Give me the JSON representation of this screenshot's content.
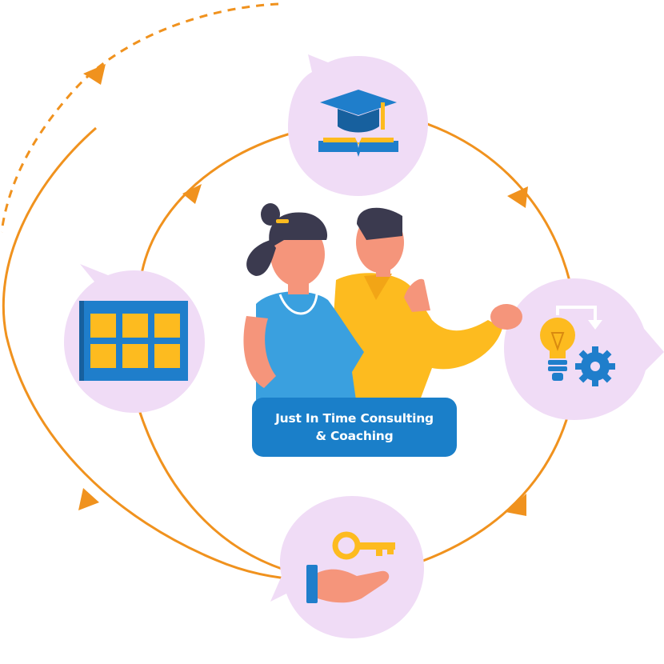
{
  "center": {
    "label_line1": "Just In Time Consulting",
    "label_line2": "& Coaching"
  },
  "colors": {
    "accent_orange": "#f0921e",
    "bubble_lilac": "#f0dcf6",
    "label_blue": "#1a7fc9",
    "icon_blue": "#1f7ecb",
    "icon_yellow": "#fdbb1f"
  },
  "nodes": [
    {
      "name": "education",
      "icon": "graduation-cap-book-icon"
    },
    {
      "name": "innovation",
      "icon": "lightbulb-gear-icon"
    },
    {
      "name": "access",
      "icon": "key-in-hand-icon"
    },
    {
      "name": "planning",
      "icon": "kanban-board-icon"
    }
  ],
  "people": {
    "icon": "two-people-discussing-icon"
  }
}
